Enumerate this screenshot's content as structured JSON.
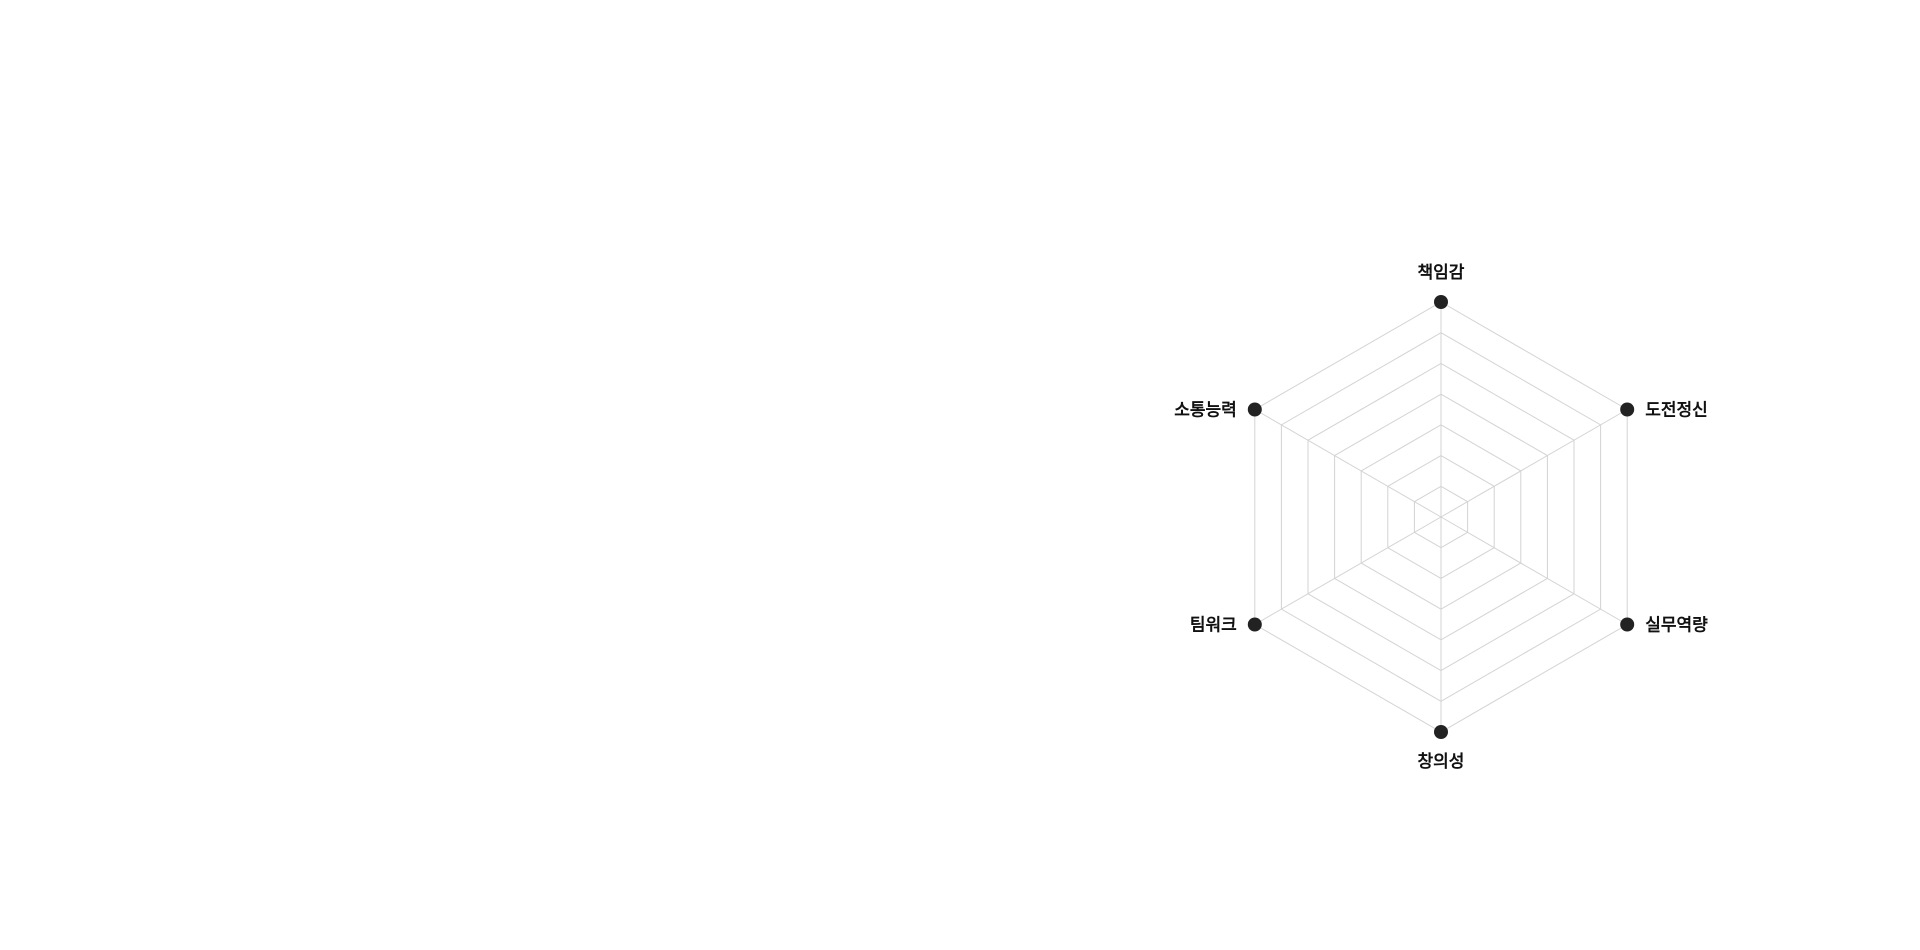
{
  "chart_data": {
    "type": "radar",
    "axes": [
      "책임감",
      "도전정신",
      "실무역량",
      "창의성",
      "팀워크",
      "소통능력"
    ],
    "series": [],
    "rlim": [
      0,
      7
    ],
    "grid_levels": 7,
    "grid": true,
    "colors": {
      "grid": "#d3d3d3",
      "vertex": "#222222",
      "label": "#111111"
    }
  }
}
